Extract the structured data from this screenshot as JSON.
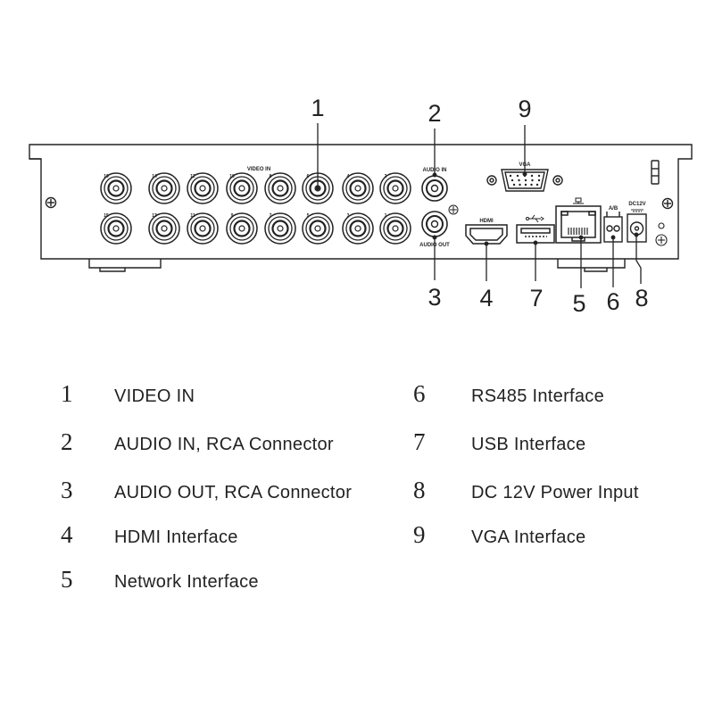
{
  "panel_labels": {
    "video_in": "VIDEO IN",
    "audio_in": "AUDIO IN",
    "audio_out": "AUDIO OUT",
    "vga": "VGA",
    "hdmi": "HDMI",
    "rs485": "A/B",
    "dc": "DC12V"
  },
  "bnc_numbers": {
    "top": [
      "16",
      "14",
      "12",
      "10",
      "8",
      "6",
      "4",
      "2"
    ],
    "bottom": [
      "15",
      "13",
      "11",
      "9",
      "7",
      "5",
      "3",
      "1"
    ]
  },
  "callouts": {
    "c1": "1",
    "c2": "2",
    "c3": "3",
    "c4": "4",
    "c5": "5",
    "c6": "6",
    "c7": "7",
    "c8": "8",
    "c9": "9"
  },
  "legend": {
    "left": [
      {
        "num": "1",
        "text": "VIDEO IN"
      },
      {
        "num": "2",
        "text": "AUDIO IN, RCA Connector"
      },
      {
        "num": "3",
        "text": "AUDIO OUT, RCA Connector"
      },
      {
        "num": "4",
        "text": "HDMI Interface"
      },
      {
        "num": "5",
        "text": "Network Interface"
      }
    ],
    "right": [
      {
        "num": "6",
        "text": "RS485 Interface"
      },
      {
        "num": "7",
        "text": "USB Interface"
      },
      {
        "num": "8",
        "text": "DC 12V Power Input"
      },
      {
        "num": "9",
        "text": "VGA Interface"
      }
    ]
  }
}
